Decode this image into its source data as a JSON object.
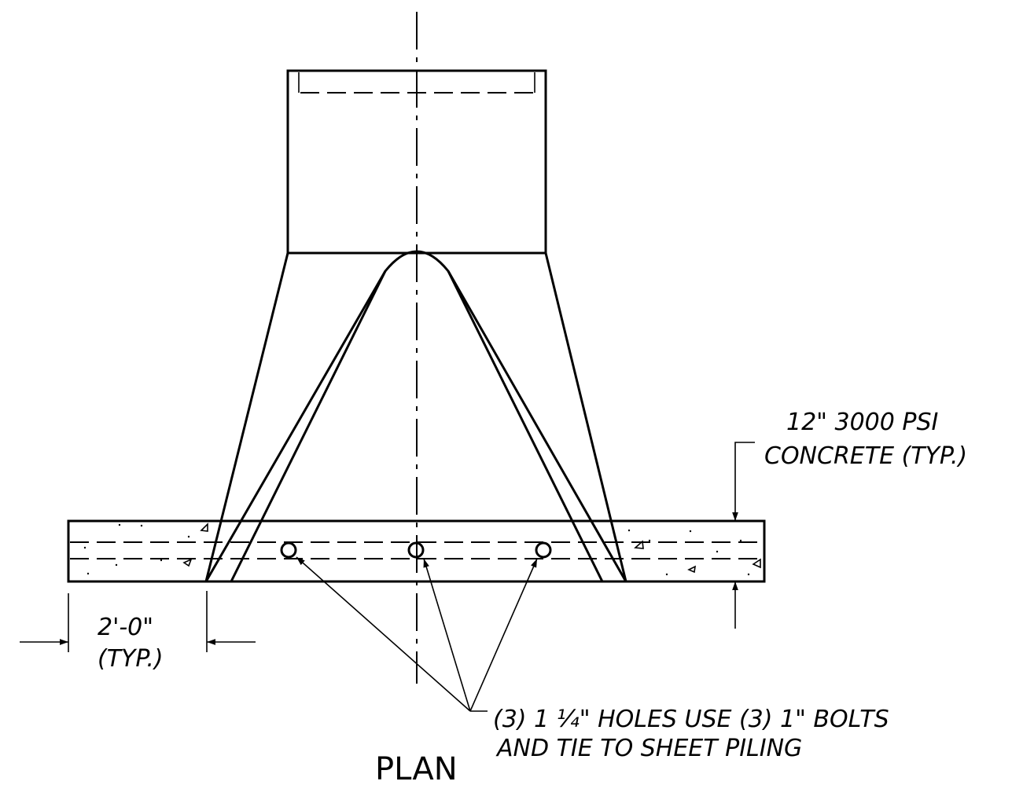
{
  "labels": {
    "concrete_line1": "12\" 3000 PSI",
    "concrete_line2": "CONCRETE (TYP.)",
    "dimension_value": "2'-0\"",
    "dimension_typ": "(TYP.)",
    "holes_line1": "(3) 1 ¼\" HOLES USE (3) 1\" BOLTS",
    "holes_line2": "AND TIE TO SHEET PILING",
    "view_title": "PLAN"
  }
}
